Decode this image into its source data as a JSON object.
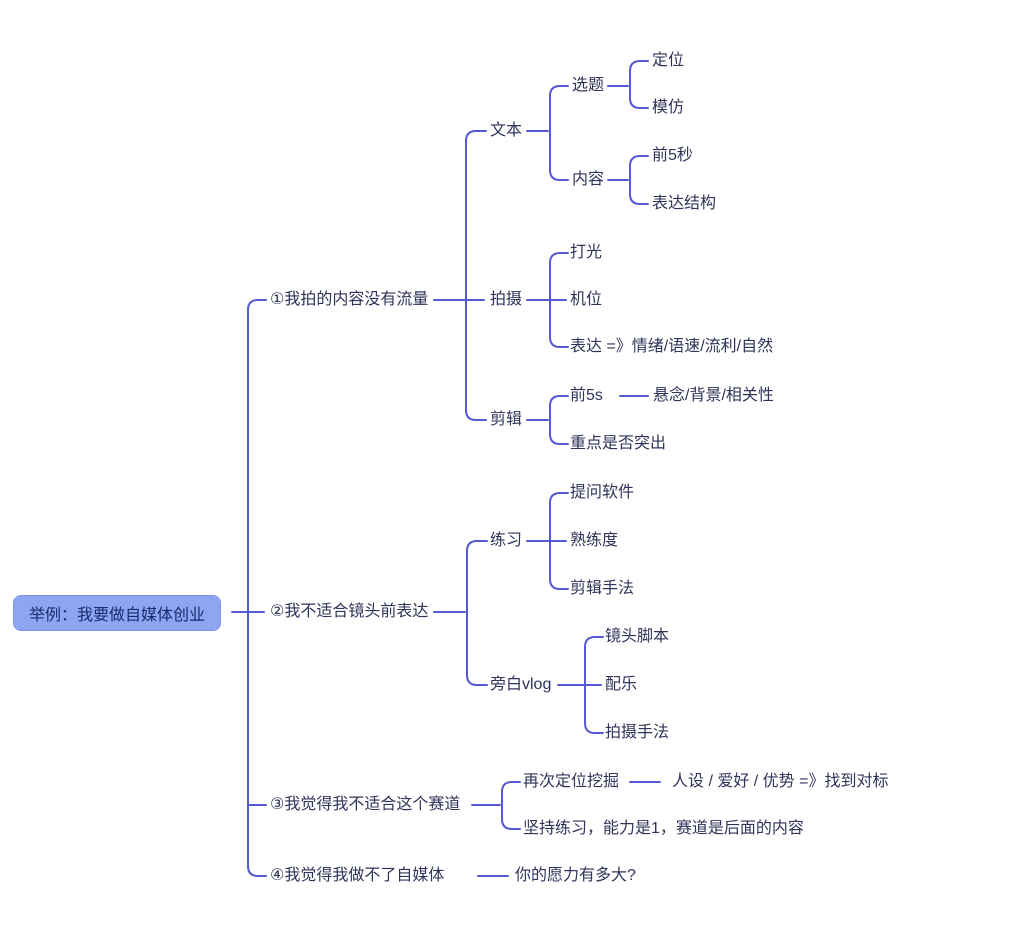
{
  "colors": {
    "line": "#545ad2",
    "root_bg": "#8ca6f2",
    "root_border": "#7e93ea",
    "root_text": "#1a2a70",
    "node_text": "#30335a",
    "background": "#ffffff"
  },
  "mindmap": {
    "root": {
      "label": "举例：我要做自媒体创业"
    },
    "branches": [
      {
        "label": "①我拍的内容没有流量",
        "children": [
          {
            "label": "文本",
            "children": [
              {
                "label": "选题",
                "children": [
                  {
                    "label": "定位"
                  },
                  {
                    "label": "模仿"
                  }
                ]
              },
              {
                "label": "内容",
                "children": [
                  {
                    "label": "前5秒"
                  },
                  {
                    "label": "表达结构"
                  }
                ]
              }
            ]
          },
          {
            "label": "拍摄",
            "children": [
              {
                "label": "打光"
              },
              {
                "label": "机位"
              },
              {
                "label": "表达 =》情绪/语速/流利/自然"
              }
            ]
          },
          {
            "label": "剪辑",
            "children": [
              {
                "label": "前5s",
                "children": [
                  {
                    "label": "悬念/背景/相关性"
                  }
                ]
              },
              {
                "label": "重点是否突出"
              }
            ]
          }
        ]
      },
      {
        "label": "②我不适合镜头前表达",
        "children": [
          {
            "label": "练习",
            "children": [
              {
                "label": "提问软件"
              },
              {
                "label": "熟练度"
              },
              {
                "label": "剪辑手法"
              }
            ]
          },
          {
            "label": "旁白vlog",
            "children": [
              {
                "label": "镜头脚本"
              },
              {
                "label": "配乐"
              },
              {
                "label": "拍摄手法"
              }
            ]
          }
        ]
      },
      {
        "label": "③我觉得我不适合这个赛道",
        "children": [
          {
            "label": "再次定位挖掘",
            "children": [
              {
                "label": "人设 / 爱好 / 优势 =》找到对标"
              }
            ]
          },
          {
            "label": "坚持练习，能力是1，赛道是后面的内容"
          }
        ]
      },
      {
        "label": "④我觉得我做不了自媒体",
        "children": [
          {
            "label": "你的愿力有多大?"
          }
        ]
      }
    ]
  }
}
